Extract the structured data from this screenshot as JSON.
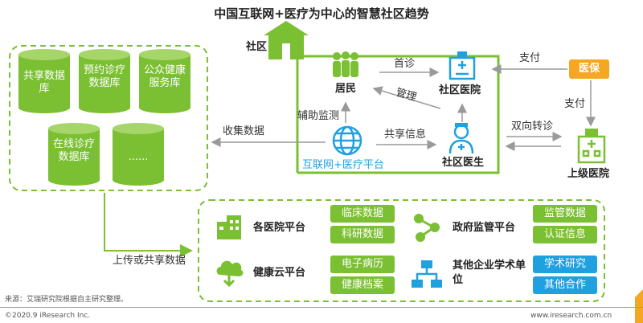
{
  "title": "中国互联网+医疗为中心的智慧社区趋势",
  "databases": [
    "共享数据库",
    "预约诊疗数据库",
    "公众健康服务库",
    "在线诊疗数据库",
    "......"
  ],
  "community": {
    "label": "社区",
    "resident": "居民",
    "hospital": "社区医院",
    "doctor": "社区医生",
    "platform": "互联网+医疗平台"
  },
  "arrows": {
    "first_visit": "首诊",
    "manage": "管理",
    "assist_monitor": "辅助监测",
    "share_info": "共享信息",
    "collect_data": "收集数据",
    "pay1": "支付",
    "pay2": "支付",
    "two_way_referral": "双向转诊",
    "upload_share": "上传或共享数据"
  },
  "insurance": "医保",
  "superior_hospital": "上级医院",
  "partners": {
    "hospital_platform": {
      "label": "各医院平台",
      "tags": [
        "临床数据",
        "科研数据"
      ]
    },
    "gov_platform": {
      "label": "政府监管平台",
      "tags": [
        "监管数据",
        "认证信息"
      ]
    },
    "health_cloud": {
      "label": "健康云平台",
      "tags": [
        "电子病历",
        "健康档案"
      ]
    },
    "other_units": {
      "label": "其他企业学术单位",
      "tags": [
        "学术研究",
        "其他合作"
      ]
    }
  },
  "source": "来源：艾瑞研究院根据自主研究整理。",
  "copyright": "©2020.9 iResearch Inc.",
  "website": "www.iresearch.com.cn",
  "colors": {
    "green": "#7bbf33",
    "blue": "#1fa1e0",
    "orange": "#f5a623",
    "gray": "#9a9a9a"
  }
}
